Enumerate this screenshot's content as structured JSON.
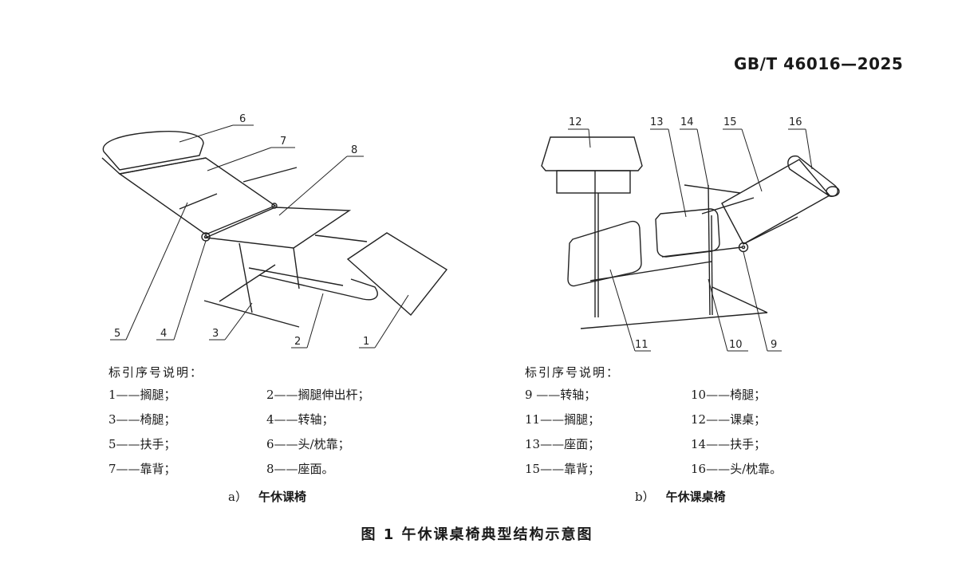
{
  "header": {
    "standard_code": "GB/T 46016—2025"
  },
  "figure": {
    "caption": "图 1    午休课桌椅典型结构示意图"
  },
  "panel_a": {
    "label": "a）",
    "title": "午休课椅",
    "legend_title": "标引序号说明：",
    "legend": [
      [
        "1——搁腿；",
        "2——搁腿伸出杆；"
      ],
      [
        "3——椅腿；",
        "4——转轴；"
      ],
      [
        "5——扶手；",
        "6——头/枕靠；"
      ],
      [
        "7——靠背；",
        "8——座面。"
      ]
    ],
    "callouts": [
      "1",
      "2",
      "3",
      "4",
      "5",
      "6",
      "7",
      "8"
    ]
  },
  "panel_b": {
    "label": "b）",
    "title": "午休课桌椅",
    "legend_title": "标引序号说明：",
    "legend": [
      [
        "9 ——转轴；",
        "10——椅腿；"
      ],
      [
        "11——搁腿；",
        "12——课桌；"
      ],
      [
        "13——座面；",
        "14——扶手；"
      ],
      [
        "15——靠背；",
        "16——头/枕靠。"
      ]
    ],
    "callouts": [
      "9",
      "10",
      "11",
      "12",
      "13",
      "14",
      "15",
      "16"
    ]
  }
}
